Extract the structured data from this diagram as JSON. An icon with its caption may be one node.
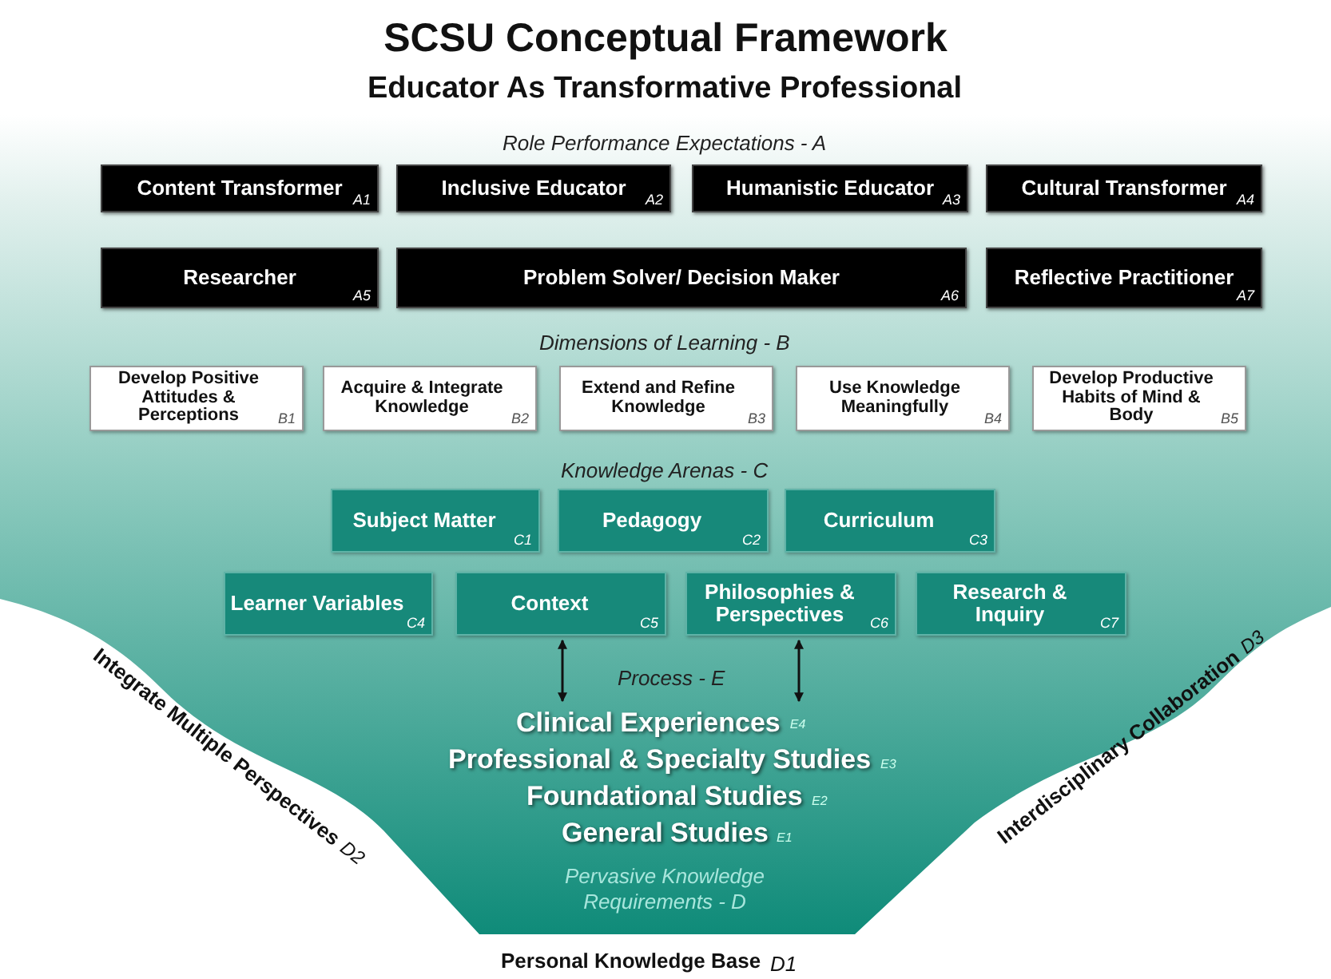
{
  "diagram": {
    "title": "SCSU Conceptual Framework",
    "nodes": [
      {
        "text": [
          "Content Transformer",
          "A1"
        ]
      },
      {
        "text": [
          "Inclusive Educator",
          "A2"
        ]
      },
      {
        "text": [
          "Humanistic Educator",
          "A3"
        ]
      },
      {
        "text": [
          "Cultural Transformer",
          "A4"
        ]
      },
      {
        "text": [
          "Researcher",
          "A5"
        ]
      },
      {
        "text": [
          "Problem Solver/ Decision Maker",
          "A6"
        ]
      },
      {
        "text": [
          "Reflective Practitioner",
          "A7"
        ]
      },
      {
        "text": [
          "Develop Positive Attitudes & Perceptions",
          "B1"
        ]
      },
      {
        "text": [
          "Acquire & Integrate Knowledge",
          "B2"
        ]
      },
      {
        "text": [
          "Extend and Refine Knowledge",
          "B3"
        ]
      },
      {
        "text": [
          "Use Knowledge Meaningfully",
          "B4"
        ]
      },
      {
        "text": [
          "Develop Productive Habits of Mind & Body",
          "B5"
        ]
      },
      {
        "text": [
          "Subject Matter",
          "C1"
        ]
      },
      {
        "text": [
          "Pedagogy",
          "C2"
        ]
      },
      {
        "text": [
          "Curriculum",
          "C3"
        ]
      },
      {
        "text": [
          "Learner Variables",
          "C4"
        ]
      },
      {
        "text": [
          "Context",
          "C5"
        ]
      },
      {
        "text": [
          "Philosophies & Perspectives",
          "C6"
        ]
      },
      {
        "text": [
          "Research & Inquiry",
          "C7"
        ]
      },
      {
        "text": [
          "Clinical Experiences",
          "E4"
        ]
      }
    ],
    "edges": [
      {
        "from": 16,
        "to": 19,
        "arrow": "both"
      },
      {
        "from": 17,
        "to": 19,
        "arrow": "both"
      }
    ],
    "labels": [
      "Educator As Transformative Professional",
      "Role Performance Expectations - A",
      "Dimensions of Learning - B",
      "Knowledge Arenas - C",
      "Process - E",
      "Professional & Specialty Studies",
      "E3",
      "Foundational Studies",
      "E2",
      "General Studies",
      "E1",
      "Pervasive Knowledge Requirements - D",
      "Integrate Multiple Perspectives",
      "D2",
      "Interdisciplinary Collaboration",
      "D3",
      "Personal Knowledge Base",
      "D1"
    ]
  }
}
